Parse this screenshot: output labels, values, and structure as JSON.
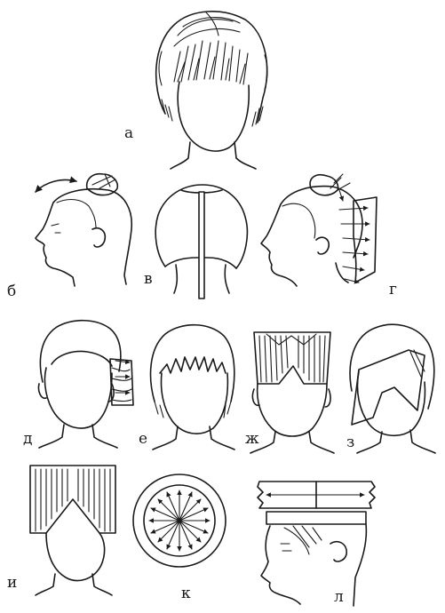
{
  "figures": [
    {
      "id": "a",
      "label": "а"
    },
    {
      "id": "b",
      "label": "б"
    },
    {
      "id": "v",
      "label": "в"
    },
    {
      "id": "g",
      "label": "г"
    },
    {
      "id": "d",
      "label": "д"
    },
    {
      "id": "e",
      "label": "е"
    },
    {
      "id": "zh",
      "label": "ж"
    },
    {
      "id": "z",
      "label": "з"
    },
    {
      "id": "i",
      "label": "и"
    },
    {
      "id": "k",
      "label": "к"
    },
    {
      "id": "l",
      "label": "л"
    }
  ],
  "ink_color": "#1a1a1a"
}
